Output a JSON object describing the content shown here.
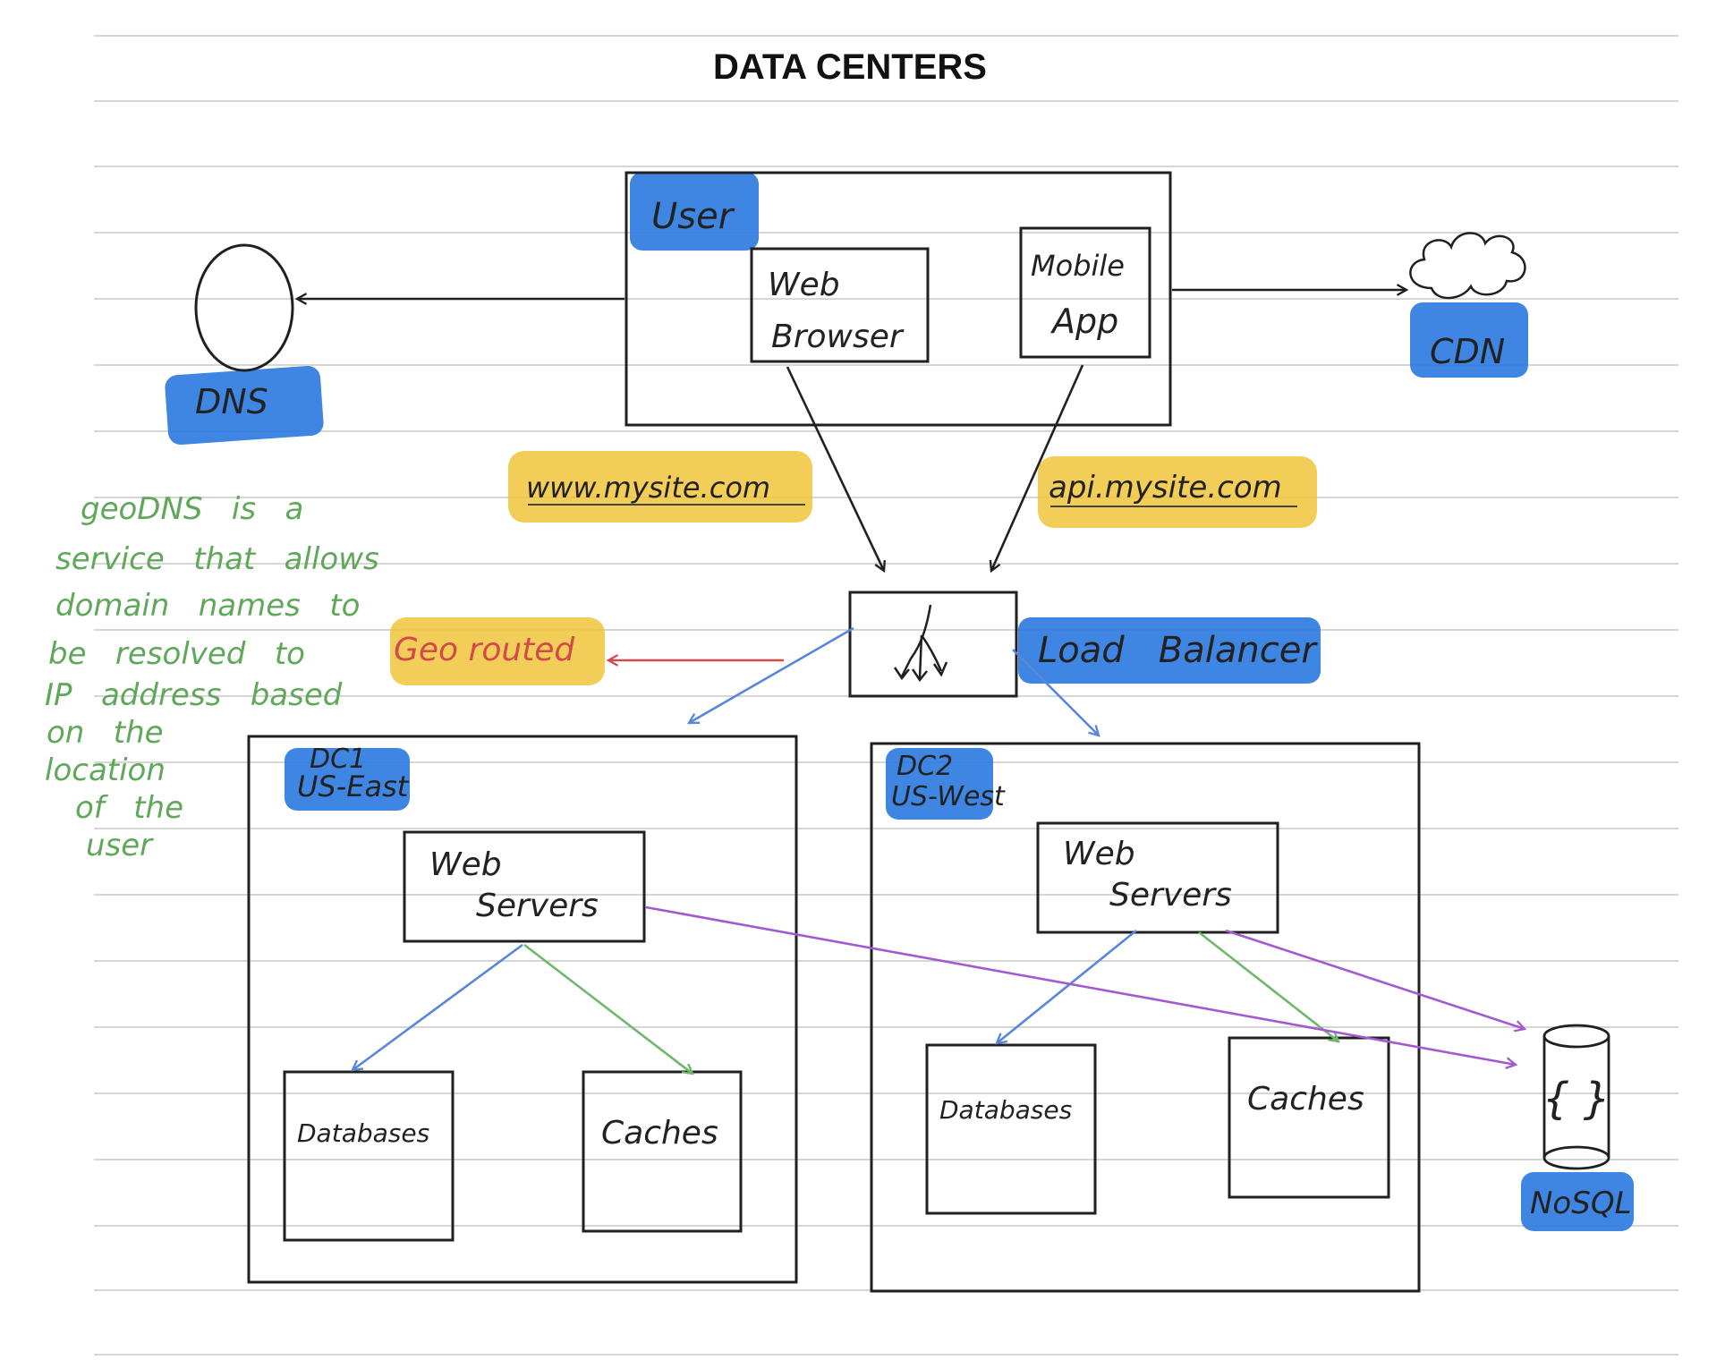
{
  "title": "DATA CENTERS",
  "nodes": {
    "user": "User",
    "web_browser_1": "Web",
    "web_browser_2": "Browser",
    "mobile_app_1": "Mobile",
    "mobile_app_2": "App",
    "dns": "DNS",
    "cdn": "CDN",
    "load_balancer": "Load   Balancer",
    "dc1_name": "DC1",
    "dc1_region": "US-East",
    "dc2_name": "DC2",
    "dc2_region": "US-West",
    "web_servers_1": "Web",
    "web_servers_2": "Servers",
    "databases": "Databases",
    "caches": "Caches",
    "nosql": "NoSQL",
    "nosql_symbol": "{ }"
  },
  "labels": {
    "www": "www.mysite.com",
    "api": "api.mysite.com",
    "geo_routed": "Geo routed"
  },
  "note": {
    "lines": [
      "geoDNS   is   a",
      "service   that   allows",
      "domain   names   to",
      "be   resolved   to",
      "IP   address   based",
      "on   the",
      "location",
      "of   the",
      "user"
    ]
  },
  "colors": {
    "highlight_blue": "#2f7be0",
    "highlight_yellow": "#f0c43a",
    "note_green": "#5fa85a",
    "geo_red": "#d24a4a",
    "arrow_blue": "#5886d8",
    "arrow_green": "#6fb86a",
    "arrow_purple": "#a35ad0"
  }
}
